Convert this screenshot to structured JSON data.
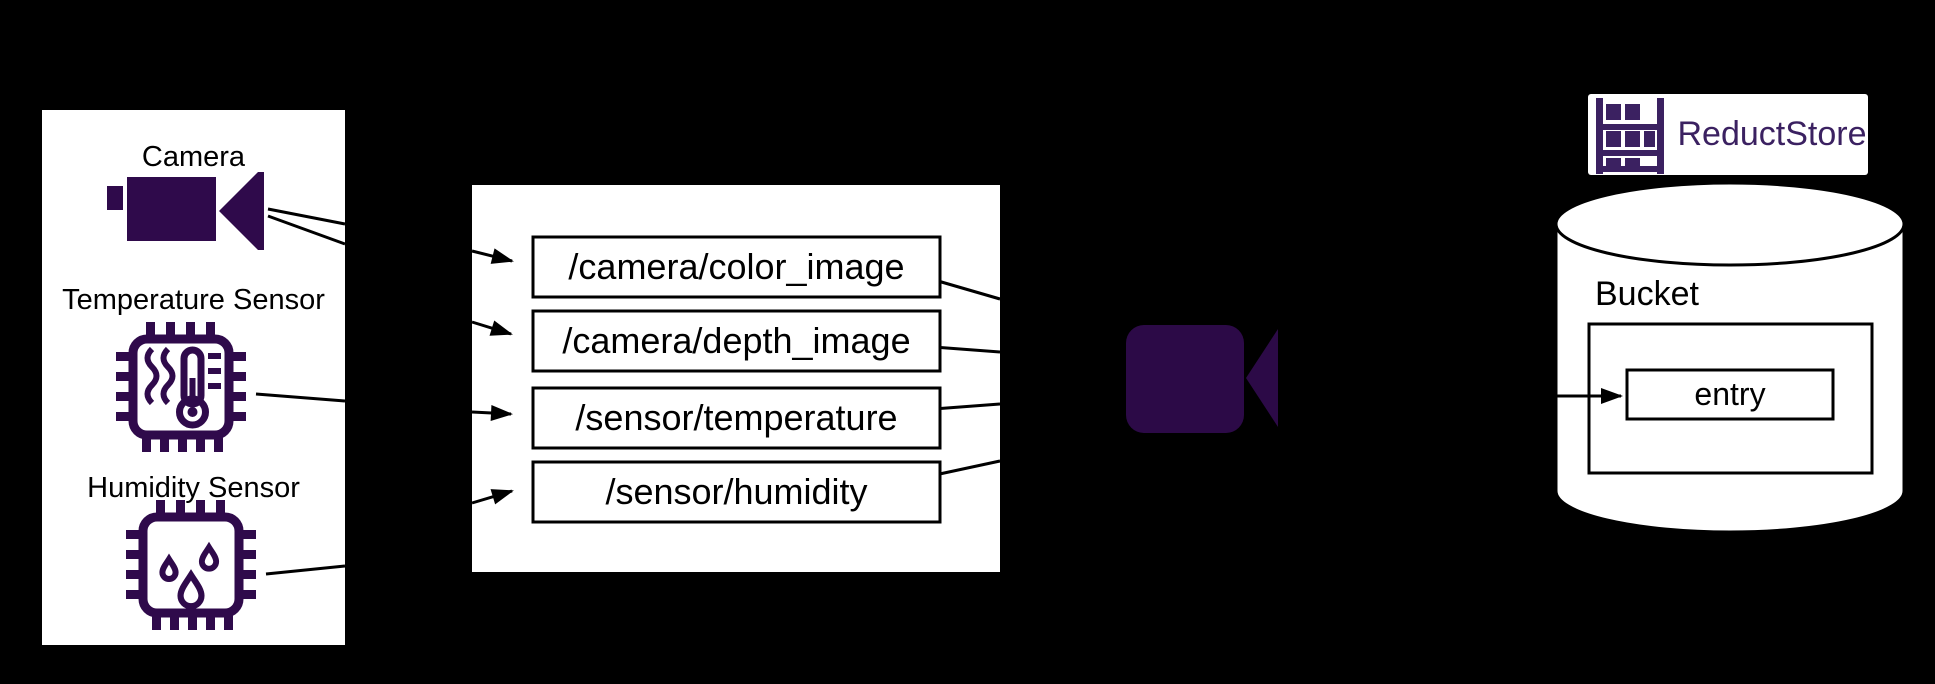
{
  "diagram": {
    "background_color": "#000000",
    "colors": {
      "sensor_icon_purple": "#2f0a4b",
      "recorder_icon_purple": "#2c0a47",
      "logo_purple": "#3b2161",
      "panel_white": "#ffffff",
      "line_black": "#000000"
    },
    "sensors_panel": {
      "items": [
        {
          "label": "Camera",
          "icon": "video-camera-icon"
        },
        {
          "label": "Temperature Sensor",
          "icon": "chip-thermometer-icon"
        },
        {
          "label": "Humidity Sensor",
          "icon": "chip-droplets-icon"
        }
      ]
    },
    "topics_panel": {
      "topics": [
        "/camera/color_image",
        "/camera/depth_image",
        "/sensor/temperature",
        "/sensor/humidity"
      ]
    },
    "recorder": {
      "icon": "video-recorder-icon"
    },
    "storage": {
      "logo_text": "ReductStore",
      "logo_icon": "shelf-rack-icon",
      "bucket_label": "Bucket",
      "entry_label": "entry"
    }
  }
}
